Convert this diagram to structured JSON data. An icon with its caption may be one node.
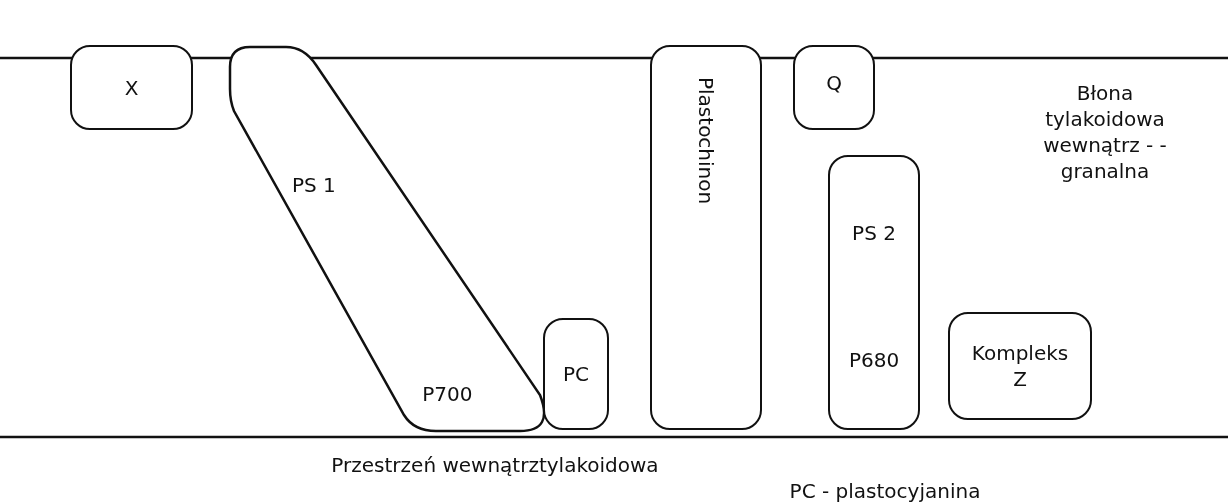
{
  "diagram": {
    "nodes": [
      {
        "text": [
          "X"
        ]
      },
      {
        "text": [
          "PS 1",
          "P700"
        ]
      },
      {
        "text": [
          "PC"
        ]
      },
      {
        "text": [
          "Plastochinon"
        ]
      },
      {
        "text": [
          "Q"
        ]
      },
      {
        "text": [
          "PS 2",
          "P680"
        ]
      },
      {
        "text": [
          "Kompleks Z"
        ]
      }
    ],
    "labels": [
      "Błona tylakoidowa wewnątrz - - granalna",
      "Przestrzeń wewnątrztylakoidowa",
      "PC - plastocyjanina"
    ]
  }
}
